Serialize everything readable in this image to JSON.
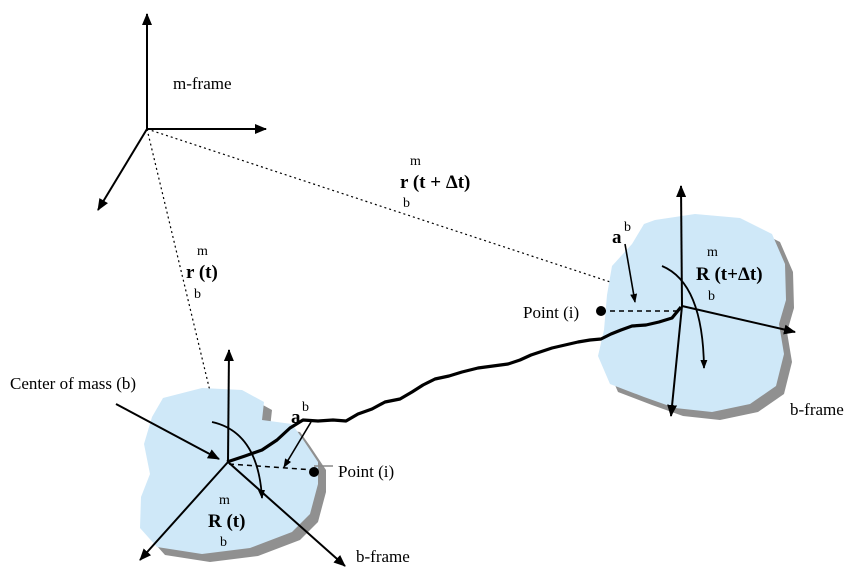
{
  "labels": {
    "m_frame": "m-frame",
    "b_frame_left": "b-frame",
    "b_frame_right": "b-frame",
    "center_of_mass": "Center of mass (b)",
    "point_i_left": "Point (i)",
    "point_i_right": "Point (i)"
  },
  "symbols": {
    "r_t": {
      "sup": "m",
      "main": "r (t)",
      "sub": "b"
    },
    "r_t_dt": {
      "sup": "m",
      "main": "r (t + Δt)",
      "sub": "b"
    },
    "R_t": {
      "sup": "m",
      "main": "R (t)",
      "sub": "b"
    },
    "R_t_dt": {
      "sup": "m",
      "main": "R (t+Δt)",
      "sub": "b"
    },
    "a_left": {
      "main": "a",
      "sup": "b"
    },
    "a_right": {
      "main": "a",
      "sup": "b"
    }
  },
  "colors": {
    "blob_fill": "#cfe8f8",
    "blob_shadow": "#909090",
    "line": "#000000"
  }
}
